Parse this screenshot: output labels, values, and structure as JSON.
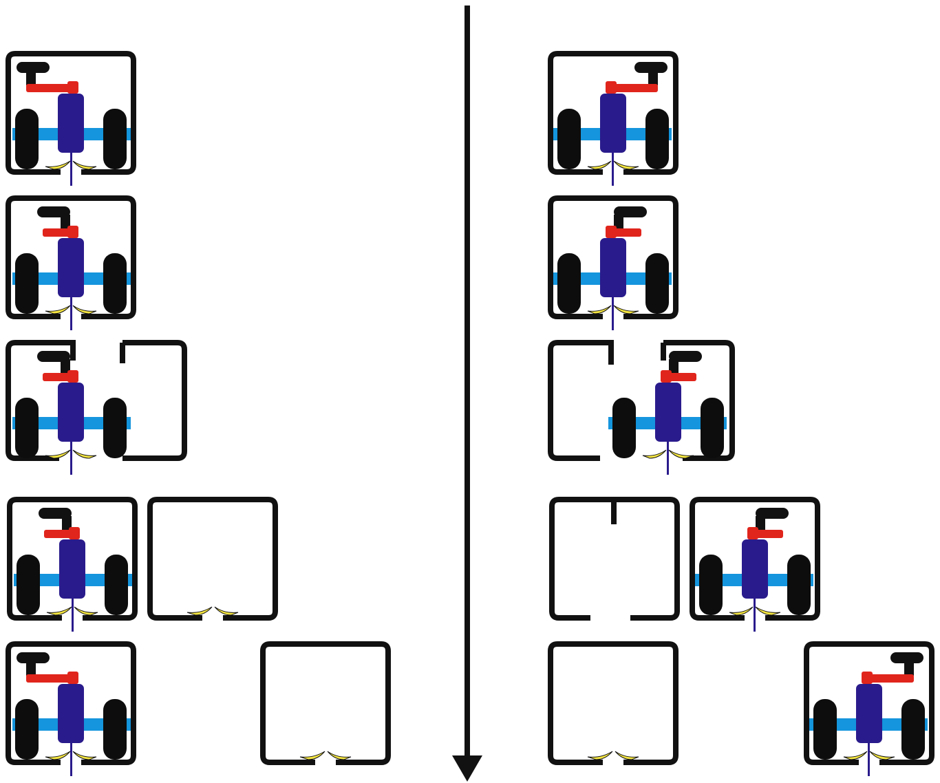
{
  "diagram": {
    "time_arrow": {
      "direction": "down"
    },
    "colors": {
      "outline": "#111111",
      "wheel": "#0d0d0d",
      "body": "#2a1b8c",
      "axle": "#1595dd",
      "arm": "#e0251c",
      "handle": "#111111",
      "pickup_contact": "#f5e642",
      "stem": "#2a1b8c",
      "background": "#ffffff"
    },
    "columns": [
      {
        "side": "left",
        "steps": [
          {
            "step": 1,
            "tractor_mirrored": false,
            "arm": "long",
            "track_open": false,
            "free_segments": 0
          },
          {
            "step": 2,
            "tractor_mirrored": false,
            "arm": "short",
            "track_open": false,
            "free_segments": 0
          },
          {
            "step": 3,
            "tractor_mirrored": false,
            "arm": "short",
            "track_open": true,
            "free_segments": 0
          },
          {
            "step": 4,
            "tractor_mirrored": false,
            "arm": "short",
            "track_open": false,
            "free_segments": 1
          },
          {
            "step": 5,
            "tractor_mirrored": false,
            "arm": "long",
            "track_open": false,
            "free_segments": 1
          }
        ]
      },
      {
        "side": "right",
        "steps": [
          {
            "step": 1,
            "tractor_mirrored": true,
            "arm": "long",
            "track_open": false,
            "free_segments": 0
          },
          {
            "step": 2,
            "tractor_mirrored": true,
            "arm": "short",
            "track_open": false,
            "free_segments": 0
          },
          {
            "step": 3,
            "tractor_mirrored": true,
            "arm": "short",
            "track_open": true,
            "free_segments": 0
          },
          {
            "step": 4,
            "tractor_mirrored": true,
            "arm": "short",
            "track_open": false,
            "free_segments": 1
          },
          {
            "step": 5,
            "tractor_mirrored": true,
            "arm": "long",
            "track_open": false,
            "free_segments": 1
          }
        ]
      }
    ]
  }
}
